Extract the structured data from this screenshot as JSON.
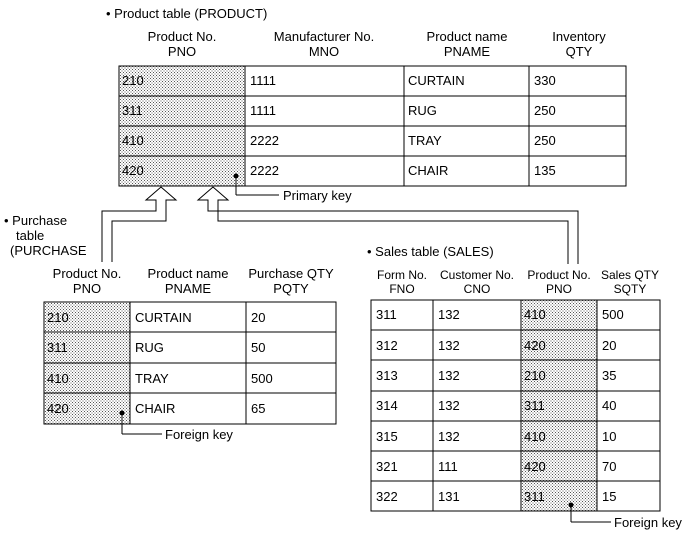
{
  "product": {
    "title": "• Product table (PRODUCT)",
    "headers": [
      {
        "line1": "Product No.",
        "line2": "PNO"
      },
      {
        "line1": "Manufacturer No.",
        "line2": "MNO"
      },
      {
        "line1": "Product name",
        "line2": "PNAME"
      },
      {
        "line1": "Inventory",
        "line2": "QTY"
      }
    ],
    "rows": [
      [
        "210",
        "1111",
        "CURTAIN",
        "330"
      ],
      [
        "311",
        "1111",
        "RUG",
        "250"
      ],
      [
        "410",
        "2222",
        "TRAY",
        "250"
      ],
      [
        "420",
        "2222",
        "CHAIR",
        "135"
      ]
    ],
    "key_label": "Primary key"
  },
  "purchase": {
    "title_lines": [
      "• Purchase",
      "table",
      "(PURCHASE"
    ],
    "headers": [
      {
        "line1": "Product No.",
        "line2": "PNO"
      },
      {
        "line1": "Product name",
        "line2": "PNAME"
      },
      {
        "line1": "Purchase QTY",
        "line2": "PQTY"
      }
    ],
    "rows": [
      [
        "210",
        "CURTAIN",
        "20"
      ],
      [
        "311",
        "RUG",
        "50"
      ],
      [
        "410",
        "TRAY",
        "500"
      ],
      [
        "420",
        "CHAIR",
        "65"
      ]
    ],
    "key_label": "Foreign key"
  },
  "sales": {
    "title": "• Sales table (SALES)",
    "headers": [
      {
        "line1": "Form No.",
        "line2": "FNO"
      },
      {
        "line1": "Customer No.",
        "line2": "CNO"
      },
      {
        "line1": "Product No.",
        "line2": "PNO"
      },
      {
        "line1": "Sales QTY",
        "line2": "SQTY"
      }
    ],
    "rows": [
      [
        "311",
        "132",
        "410",
        "500"
      ],
      [
        "312",
        "132",
        "420",
        "20"
      ],
      [
        "313",
        "132",
        "210",
        "35"
      ],
      [
        "314",
        "132",
        "311",
        "40"
      ],
      [
        "315",
        "132",
        "410",
        "10"
      ],
      [
        "321",
        "111",
        "420",
        "70"
      ],
      [
        "322",
        "131",
        "311",
        "15"
      ]
    ],
    "key_label": "Foreign key"
  },
  "colors": {
    "line": "#000000",
    "shade_dot": "#555555",
    "background": "#ffffff"
  }
}
